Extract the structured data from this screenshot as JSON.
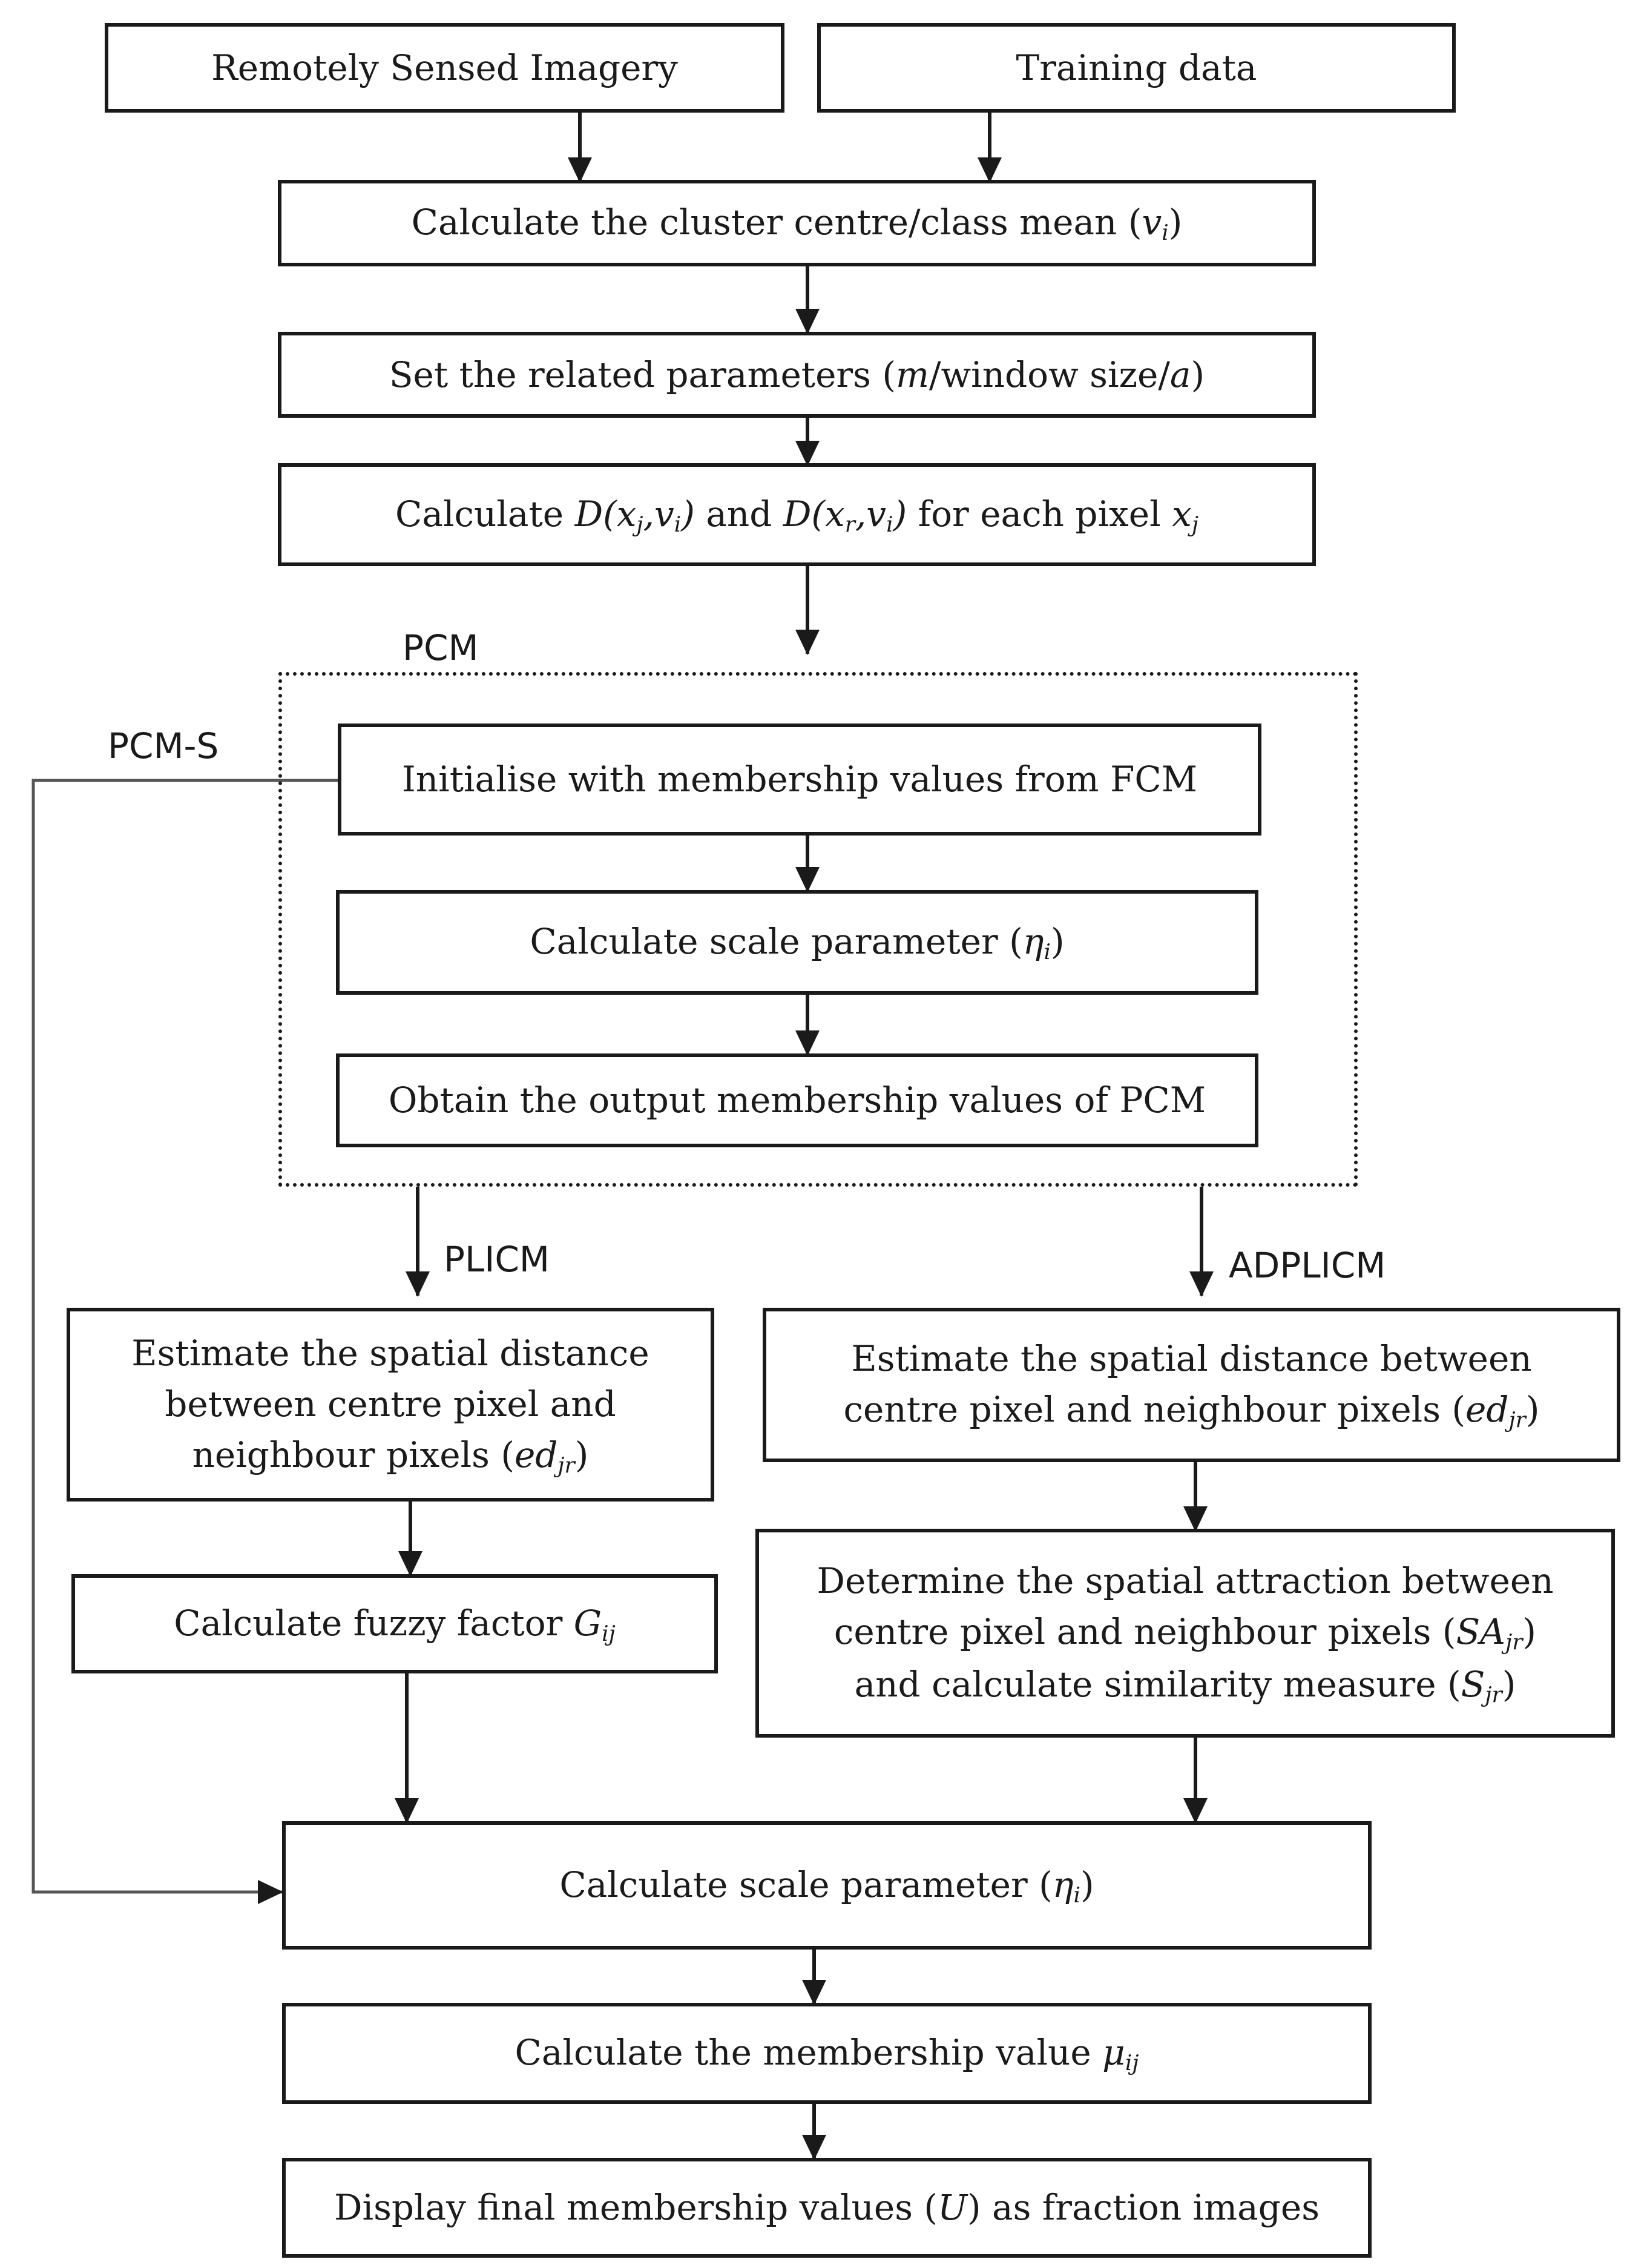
{
  "boxes": {
    "imagery": "Remotely Sensed Imagery",
    "training": "Training data",
    "cluster_centre": {
      "text": "Calculate the cluster centre/class mean (",
      "var": "v",
      "sub": "i",
      "close": ")"
    },
    "params": {
      "text": "Set the related parameters (",
      "m": "m",
      "mid": "/window size/",
      "a": "a",
      "close": ")"
    },
    "distance": {
      "pre": "Calculate ",
      "d1": "D(x",
      "d1sub": "j",
      "d1b": ",v",
      "d1bsub": "i",
      "d1c": ")",
      "and": " and ",
      "d2": "D(x",
      "d2sub": "r",
      "d2b": ",v",
      "d2bsub": "i",
      "d2c": ")",
      "post": " for each pixel ",
      "x": "x",
      "xsub": "j"
    },
    "init_fcm": "Initialise with membership values from FCM",
    "scale_pcm": {
      "text": "Calculate scale parameter (",
      "var": "η",
      "sub": "i",
      "close": ")"
    },
    "output_pcm": "Obtain the output membership values of PCM",
    "plicm_spatial": {
      "line1": "Estimate the spatial distance",
      "line2": "between centre pixel and",
      "line3": "neighbour pixels (",
      "var": "ed",
      "sub": "jr",
      "close": ")"
    },
    "fuzzy_factor": {
      "text": "Calculate fuzzy factor ",
      "var": "G",
      "sub": "ij"
    },
    "adplicm_spatial": {
      "line1": "Estimate the spatial distance between",
      "line2": "centre pixel and neighbour pixels (",
      "var": "ed",
      "sub": "jr",
      "close": ")"
    },
    "attraction": {
      "line1": "Determine the spatial attraction between",
      "line2": "centre pixel and neighbour pixels (",
      "var": "SA",
      "sub": "jr",
      "close": ")",
      "line3": "and calculate similarity measure (",
      "var2": "S",
      "sub2": "jr",
      "close2": ")"
    },
    "scale_final": {
      "text": "Calculate scale parameter (",
      "var": "η",
      "sub": "i",
      "close": ")"
    },
    "membership": {
      "text": "Calculate the membership value ",
      "var": "μ",
      "sub": "ij"
    },
    "display": {
      "text": "Display final membership values (",
      "var": "U",
      "close": ") as fraction images"
    }
  },
  "labels": {
    "pcm": "PCM",
    "pcm_s": "PCM-S",
    "plicm": "PLICM",
    "adplicm": "ADPLICM"
  }
}
